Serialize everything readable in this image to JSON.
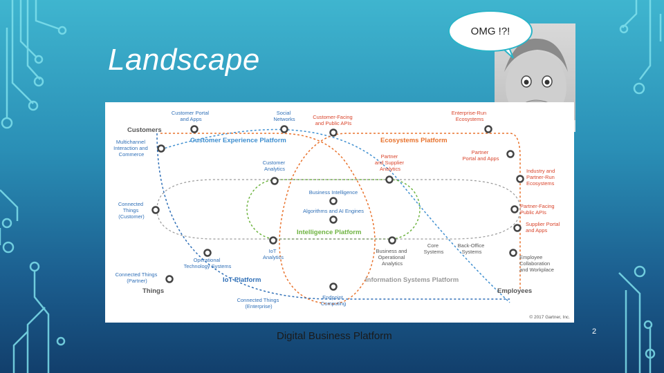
{
  "slide": {
    "title": "Landscape",
    "bubble_text": "OMG !?!",
    "caption": "Digital Business Platform",
    "page_number": "2"
  },
  "diagram": {
    "platforms": {
      "customer_experience": "Customer Experience Platform",
      "ecosystems": "Ecosystems Platform",
      "intelligence": "Intelligence Platform",
      "iot": "IoT Platform",
      "information_systems": "Information Systems Platform"
    },
    "groups": {
      "customers": "Customers",
      "things": "Things",
      "employees": "Employees"
    },
    "labels": {
      "customer_portal": [
        "Customer Portal",
        "and Apps"
      ],
      "social_networks": [
        "Social",
        "Networks"
      ],
      "customer_facing_apis": [
        "Customer-Facing",
        "and Public APIs"
      ],
      "enterprise_run": [
        "Enterprise-Run",
        "Ecosystems"
      ],
      "multichannel": [
        "Multichannel",
        "Interaction and",
        "Commerce"
      ],
      "customer_analytics": [
        "Customer",
        "Analytics"
      ],
      "partner_supplier_analytics": [
        "Partner",
        "and Supplier",
        "Analytics"
      ],
      "partner_portal": [
        "Partner",
        "Portal and Apps"
      ],
      "industry_partner_run": [
        "Industry and",
        "Partner-Run",
        "Ecosystems"
      ],
      "business_intelligence": "Business Intelligence",
      "algorithms_ai": "Algorithms and AI Engines",
      "connected_things_customer": [
        "Connected",
        "Things",
        "(Customer)"
      ],
      "partner_facing_apis": [
        "Partner-Facing",
        "Public APIs"
      ],
      "supplier_portal": [
        "Supplier Portal",
        "and Apps"
      ],
      "operational_tech": [
        "Operational",
        "Technology Systems"
      ],
      "iot_analytics": [
        "IoT",
        "Analytics"
      ],
      "business_operational_analytics": [
        "Business and",
        "Operational",
        "Analytics"
      ],
      "core_systems": [
        "Core",
        "Systems"
      ],
      "back_office": [
        "Back-Office",
        "Systems"
      ],
      "employee_collab": [
        "Employee",
        "Collaboration",
        "and Workplace"
      ],
      "connected_things_partner": [
        "Connected Things",
        "(Partner)"
      ],
      "endpoint_computing": [
        "Endpoint",
        "Computing"
      ],
      "connected_things_enterprise": [
        "Connected Things",
        "(Enterprise)"
      ]
    },
    "copyright": "© 2017 Gartner, Inc.",
    "colors": {
      "customer_experience": "#3f8fd0",
      "ecosystems": "#e8722c",
      "intelligence": "#6db33f",
      "iot": "#2f6fb7",
      "information_systems": "#999999",
      "group_label": "#555555",
      "node": "#444444",
      "red_label": "#d9442b",
      "blue_label": "#2f6fb7"
    }
  }
}
